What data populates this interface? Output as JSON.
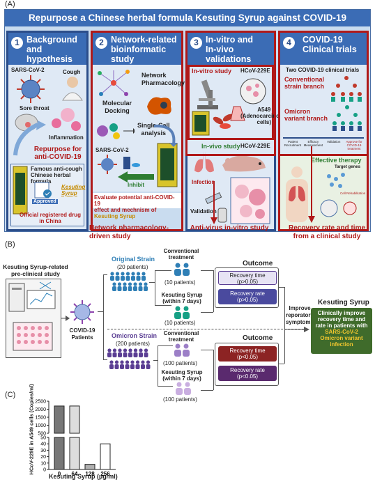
{
  "panel_labels": {
    "a": "(A)",
    "b": "(B)",
    "c": "(C)"
  },
  "panelA": {
    "banner": "Repurpose a Chinese herbal formula Kesuting Syrup against COVID-19",
    "cols": [
      {
        "num": "1",
        "title_l1": "Background",
        "title_l2": "and hypothesis"
      },
      {
        "num": "2",
        "title_l1": "Network-related",
        "title_l2": "bioinformatic study"
      },
      {
        "num": "3",
        "title_l1": "In-vitro and",
        "title_l2": "In-vivo validations"
      },
      {
        "num": "4",
        "title_l1": "COVID-19",
        "title_l2": "Clinical trials"
      }
    ],
    "col1": {
      "sars": "SARS-CoV-2",
      "cough": "Cough",
      "sore": "Sore throat",
      "inflam": "Inflammation",
      "repurpose_l1": "Repurpose for",
      "repurpose_l2": "anti-COVID-19",
      "famous_l1": "Famous anti-cough",
      "famous_l2": "Chinese herbal formula",
      "approved": "Approved",
      "syrup_l1": "Kesuting",
      "syrup_l2": "Syrup",
      "official_l1": "Official registered drug",
      "official_l2": "in China"
    },
    "col2": {
      "np_l1": "Network",
      "np_l2": "Pharmacology",
      "md_l1": "Molecular",
      "md_l2": "Docking",
      "sc_l1": "Single-Cell",
      "sc_l2": "analysis",
      "sars": "SARS-CoV-2",
      "inhibit": "Inhibit",
      "eval_l1": "Evaluate potential anti-COVID-19",
      "eval_l2": "effect and mechnism of ",
      "eval_syrup": "Kesuting Syrup"
    },
    "col3": {
      "invitro": "In-vitro study",
      "hcov1": "HCoV-229E",
      "a549_l1": "A549",
      "a549_l2": "(Adenocarcinoma",
      "a549_l3": "cells)",
      "invivo": "In-vivo study",
      "hcov2": "HCoV-229E",
      "infection": "Infection",
      "validation": "Validation"
    },
    "col4": {
      "two_trials": "Two COVID-19 clinical trials",
      "conv_l1": "Conventional",
      "conv_l2": "strain branch",
      "omi_l1": "Omicron",
      "omi_l2": "variant branch",
      "timeline": [
        "Patient Recruitment",
        "Efficacy Measurement",
        "Validation",
        "Approve for COVID-19 treatment"
      ],
      "effective": "Effective therapy",
      "target": "Target genes",
      "cell": "Cell Rehabilitation"
    },
    "captions": {
      "net_l1": "Network pharmacology-",
      "net_l2": "driven study",
      "antivirus": "Anti-virus in-vitro study",
      "recovery_l1": "Recovery rate and time",
      "recovery_l2": "from a clinical study"
    },
    "colors": {
      "banner": "#3b6cb5",
      "frame_red": "#b01919",
      "bg": "#c9dcef"
    }
  },
  "panelB": {
    "left_title_l1": "Kesuting Syrup-related",
    "left_title_l2": "pre-clinical study",
    "covid_l1": "COVID-19",
    "covid_l2": "Patients",
    "original": {
      "name": "Original Strain",
      "count": "(20 patients)"
    },
    "omicron": {
      "name": "Omicron Strain",
      "count": "(200 patients)"
    },
    "orig_conv_l1": "Conventional",
    "orig_conv_l2": "treatment",
    "orig_conv_n": "(10 patients)",
    "orig_kes_l1": "Kesuting Syrup",
    "orig_kes_l2": "(within 7 days)",
    "orig_kes_n": "(10 patients)",
    "omi_conv_l1": "Conventional",
    "omi_conv_l2": "treatment",
    "omi_conv_n": "(100 patients)",
    "omi_kes_l1": "Kesuting Syrup",
    "omi_kes_l2": "(within 7 days)",
    "omi_kes_n": "(100 patients)",
    "outcome": "Outcome",
    "orig_time_l1": "Recovery time",
    "orig_time_l2": "(p>0.05)",
    "orig_rate_l1": "Recovery rate",
    "orig_rate_l2": "(p>0.05)",
    "omi_time_l1": "Recovery time",
    "omi_time_l2": "(p<0.05)",
    "omi_rate_l1": "Recovery rate",
    "omi_rate_l2": "(p<0.05)",
    "improve_l1": "Improve",
    "improve_l2": "reporatory",
    "improve_l3": "symptoms",
    "result_title": "Kesuting Syrup",
    "result_l1": "Clinically improve",
    "result_l2": "recovery time and",
    "result_l3": "rate in patients with",
    "result_y1": "SARS-CoV-2",
    "result_y2": "Omicron variant",
    "result_y3": "infection",
    "colors": {
      "orig": "#2f7fb6",
      "omi": "#5a3d93",
      "result_bg": "#3f6b2b",
      "result_yellow": "#f2c72e"
    }
  },
  "chart_data": {
    "type": "bar",
    "categories": [
      "0",
      "64",
      "128",
      "256"
    ],
    "values": [
      2200,
      2200,
      8,
      40
    ],
    "ylabel": "HCoV-229E in A549 cells (Copies/ml)",
    "xlabel": "Kesuting Syrup (µg/ml)",
    "y_ticks_low": [
      0,
      10,
      20,
      30,
      40,
      50
    ],
    "y_ticks_high": [
      500,
      1000,
      1500,
      2000,
      2500
    ],
    "axis_break": [
      50,
      500
    ],
    "bar_colors": [
      "#777777",
      "#dddddd",
      "#b0b0b0",
      "#ffffff"
    ]
  }
}
